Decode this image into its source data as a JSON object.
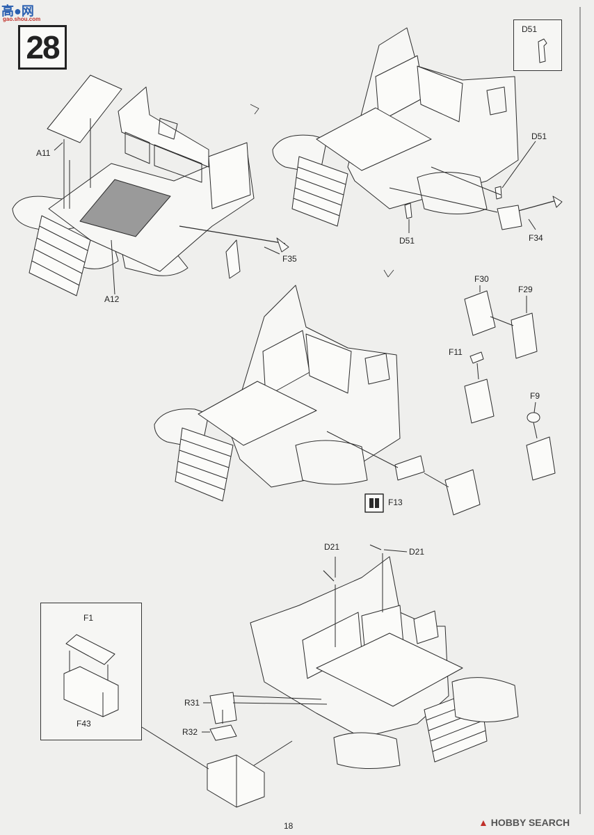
{
  "watermarks": {
    "site_cn": "高●网",
    "site_url": "gao.shou.com",
    "hobby_search": "HOBBY SEARCH"
  },
  "step": {
    "number": "28"
  },
  "page": {
    "number": "18"
  },
  "parts": {
    "a11": "A11",
    "a12": "A12",
    "f35": "F35",
    "d51_box": "D51",
    "d51_top": "D51",
    "d51_bottom": "D51",
    "f34": "F34",
    "f30": "F30",
    "f29": "F29",
    "f11": "F11",
    "f9": "F9",
    "f13": "F13",
    "d21_left": "D21",
    "d21_right": "D21",
    "f1": "F1",
    "f43": "F43",
    "r31": "R31",
    "r32": "R32"
  },
  "colors": {
    "line": "#2b2b2b",
    "panel": "#f7f7f5",
    "shaded_plate": "#9a9a9a",
    "brand_blue": "#2a5fb0",
    "brand_red": "#c0302a"
  }
}
